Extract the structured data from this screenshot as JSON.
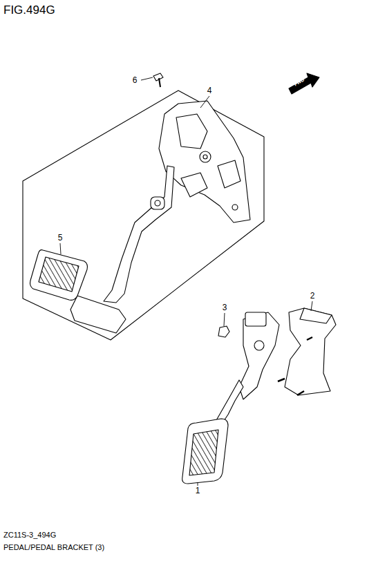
{
  "diagram": {
    "title": "FIG.494G",
    "caption": "PEDAL/PEDAL BRACKET (3)",
    "labels": [
      "6",
      "4",
      "FWD",
      "5",
      "3",
      "2",
      "1",
      "ZC11S-3_494G"
    ]
  }
}
